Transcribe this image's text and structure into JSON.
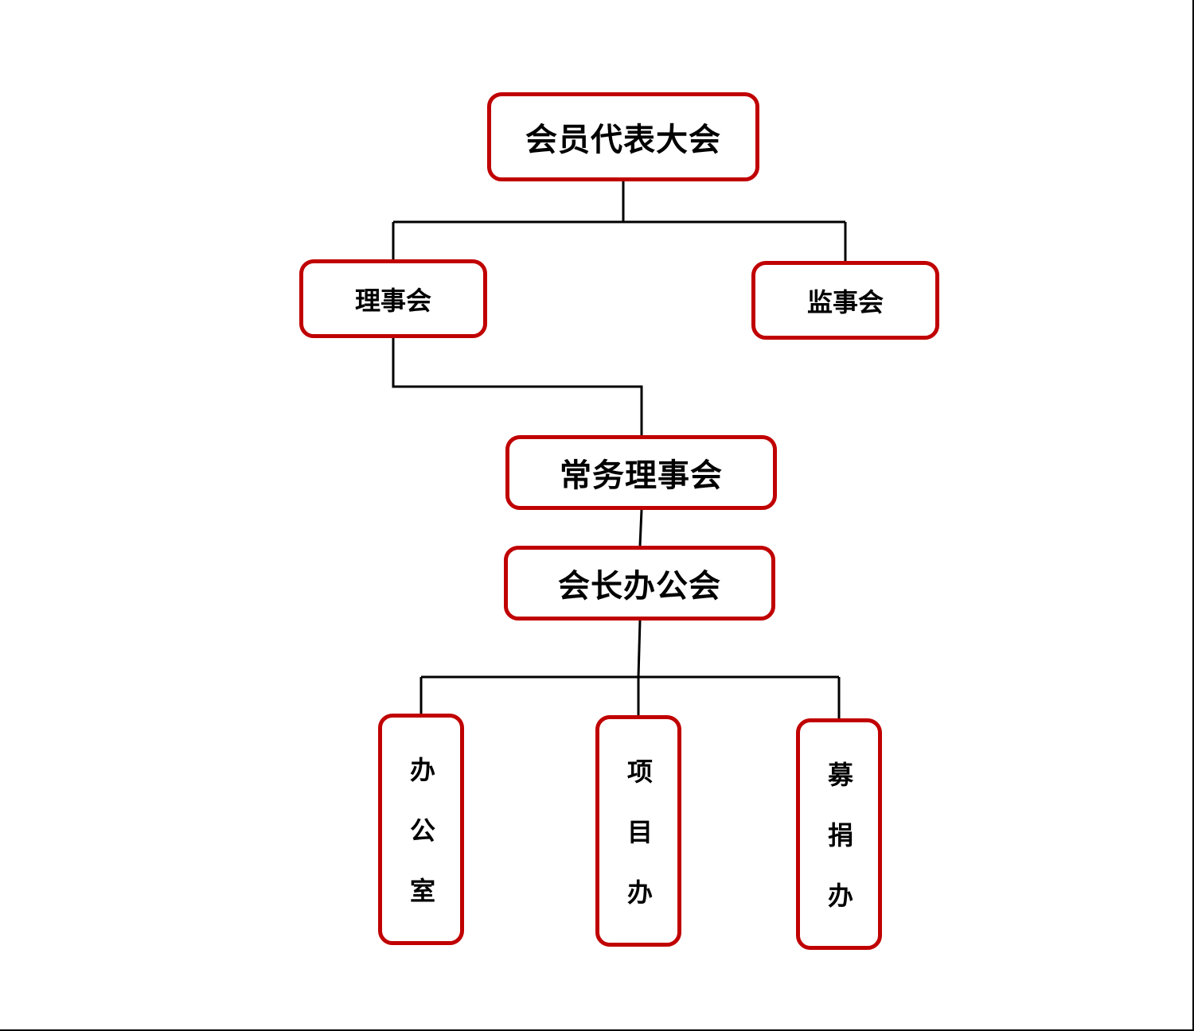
{
  "diagram": {
    "nodes": [
      {
        "id": "general-assembly",
        "label": "会员代表大会"
      },
      {
        "id": "council",
        "label": "理事会"
      },
      {
        "id": "supervisory-board",
        "label": "监事会"
      },
      {
        "id": "standing-council",
        "label": "常务理事会"
      },
      {
        "id": "president-office-meeting",
        "label": "会长办公会"
      },
      {
        "id": "office",
        "label": "办公室"
      },
      {
        "id": "project-office",
        "label": "项目办"
      },
      {
        "id": "fundraising-office",
        "label": "募捐办"
      }
    ],
    "edges": [
      {
        "from": "general-assembly",
        "to": "council"
      },
      {
        "from": "general-assembly",
        "to": "supervisory-board"
      },
      {
        "from": "council",
        "to": "standing-council"
      },
      {
        "from": "standing-council",
        "to": "president-office-meeting"
      },
      {
        "from": "president-office-meeting",
        "to": "office"
      },
      {
        "from": "president-office-meeting",
        "to": "project-office"
      },
      {
        "from": "president-office-meeting",
        "to": "fundraising-office"
      }
    ],
    "colors": {
      "box_border": "#c00000",
      "connector": "#000000",
      "text": "#000000"
    }
  }
}
